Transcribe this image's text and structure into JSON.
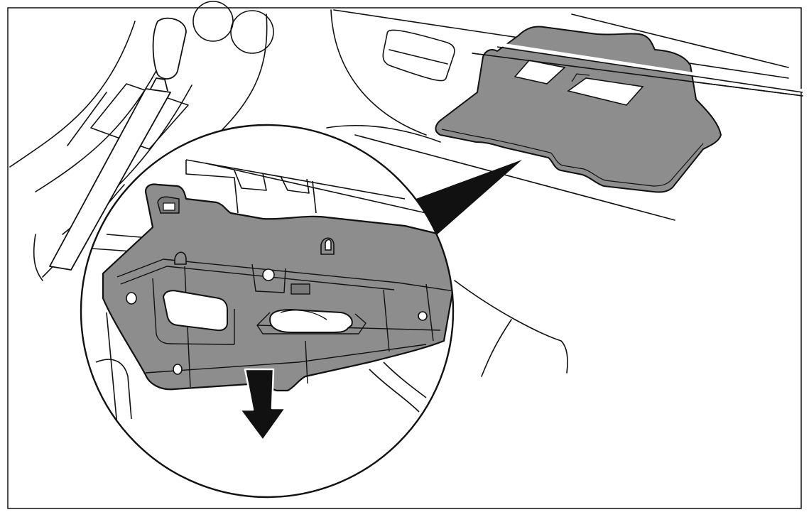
{
  "illustration": {
    "view": "interior-dashboard-under-glovebox",
    "callout": "magnified-detail",
    "direction_arrow": "down"
  },
  "colors": {
    "line": "#111111",
    "panel_fill": "#8d8d8d",
    "panel_fill_dark": "#7a7a7a",
    "background": "#ffffff"
  }
}
